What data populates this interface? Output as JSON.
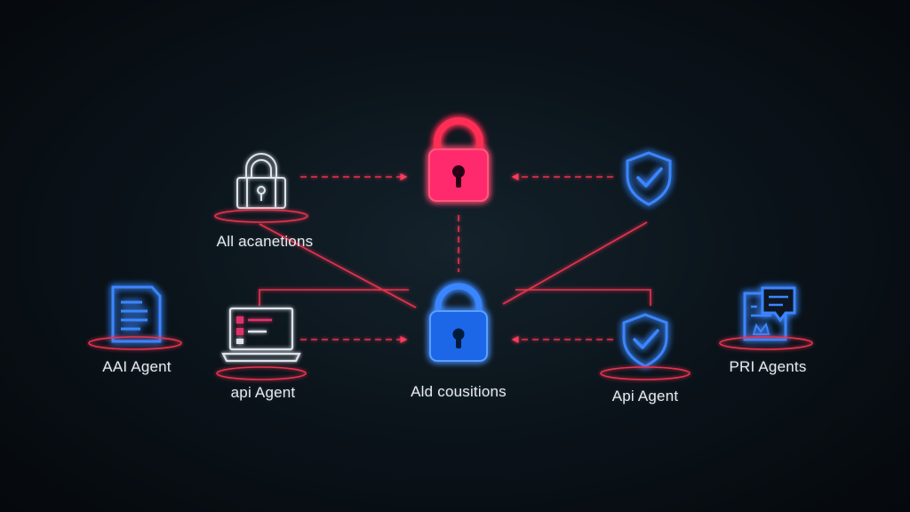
{
  "labels": {
    "top_left": "All acanetions",
    "center": "Ald cousitions",
    "far_left": "AAI Agent",
    "mid_left": "api Agent",
    "mid_right": "Api Agent",
    "far_right": "PRI Agents"
  },
  "colors": {
    "red": "#ff2d55",
    "blue": "#2e7bff",
    "white": "#e8ecf2",
    "background": "#070c12"
  },
  "icons": [
    "padlock-icon",
    "shield-check-icon",
    "document-icon",
    "laptop-icon",
    "id-card-icon"
  ]
}
